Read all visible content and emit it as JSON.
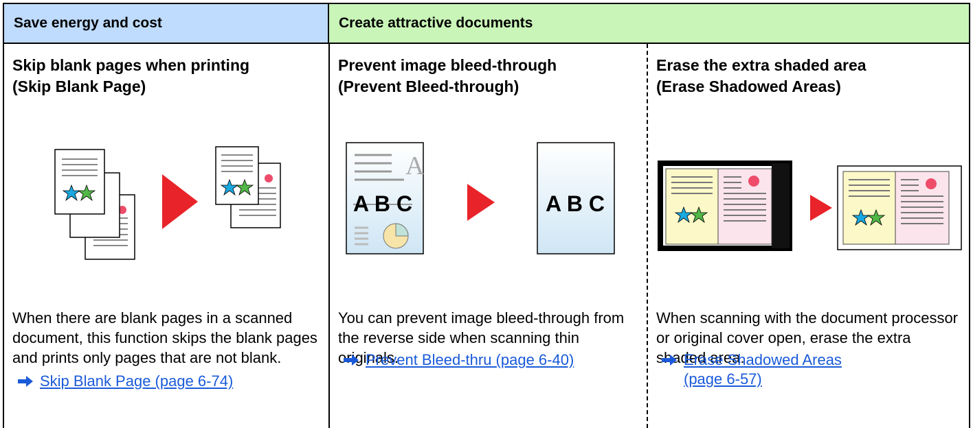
{
  "header": {
    "left": "Save energy and cost",
    "right": "Create attractive documents"
  },
  "columns": [
    {
      "title_line1": "Skip blank pages when printing",
      "title_line2": "(Skip Blank Page)",
      "description": "When there are blank pages in a scanned document, this function skips the blank pages and prints only pages that are not blank.",
      "link_line1": "Skip Blank Page (page 6-74)",
      "link_line2": ""
    },
    {
      "title_line1": "Prevent image bleed-through",
      "title_line2": "(Prevent Bleed-through)",
      "description": "You can prevent image bleed-through from the reverse side when scanning thin originals.",
      "link_line1": "Prevent Bleed-thru (page 6-40)",
      "link_line2": "",
      "illustration_text": "A B C",
      "illustration_faint_letter": "A"
    },
    {
      "title_line1": "Erase the extra shaded area",
      "title_line2": "(Erase Shadowed Areas)",
      "description": "When scanning with the document processor or original cover open, erase the extra shaded area.",
      "link_line1": "Erase Shadowed Areas",
      "link_line2": "(page 6-57)"
    }
  ],
  "colors": {
    "header_blue": "#bfdcff",
    "header_green": "#c9f5b8",
    "link": "#1a5ad9",
    "arrow_red": "#e8242a",
    "star_blue": "#1aa8e0",
    "star_green": "#52b848",
    "dot_pink": "#ee4c6a",
    "yellow_page": "#fcf8c8",
    "pink_page": "#fbe4ec"
  }
}
